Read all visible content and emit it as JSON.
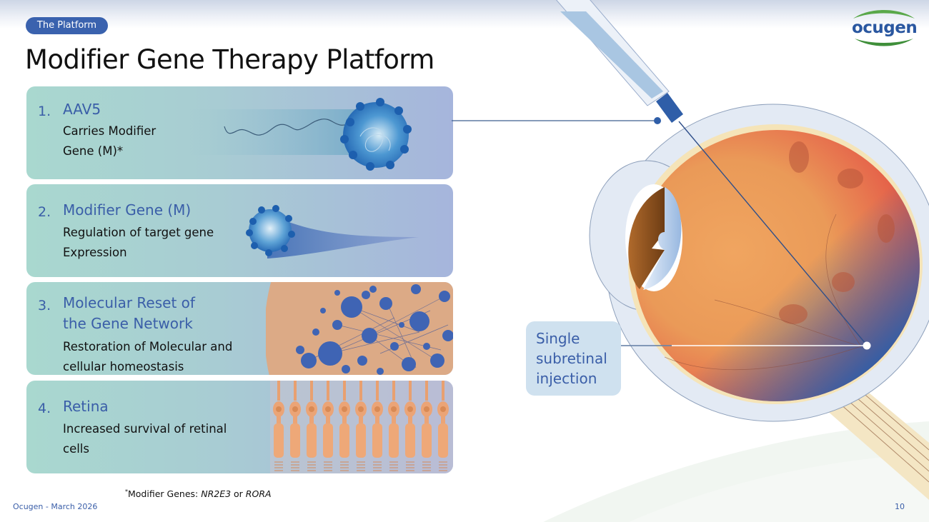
{
  "header": {
    "section_label": "The Platform",
    "title": "Modifier Gene Therapy Platform",
    "logo_text": "ocugen"
  },
  "steps": [
    {
      "number": "1.",
      "title_lines": [
        "AAV5"
      ],
      "description_lines": [
        "Carries Modifier",
        "Gene (M)*"
      ],
      "illustration": "aav5-capsid-with-gene-strand"
    },
    {
      "number": "2.",
      "title_lines": [
        "Modifier Gene (M)"
      ],
      "description_lines": [
        "Regulation of target gene",
        "Expression"
      ],
      "illustration": "capsid-with-trail"
    },
    {
      "number": "3.",
      "title_lines": [
        "Molecular Reset of",
        "the Gene Network"
      ],
      "description_lines": [
        "Restoration of Molecular and",
        "cellular homeostasis"
      ],
      "illustration": "gene-network-nodes"
    },
    {
      "number": "4.",
      "title_lines": [
        "Retina"
      ],
      "description_lines": [
        "Increased survival of retinal",
        "cells"
      ],
      "illustration": "photoreceptor-cells"
    }
  ],
  "diagram": {
    "callout_lines": [
      "Single",
      "subretinal",
      "injection"
    ],
    "illustration": "eye-cross-section-with-syringe",
    "colors": {
      "accent": "#3a5ea8",
      "pill": "#3a62ae",
      "retina_orange": "#e89a5a",
      "retina_red": "#e0443c",
      "retina_blue": "#2f5ea8"
    }
  },
  "footnote": {
    "marker": "*",
    "prefix": "Modifier Genes: ",
    "gene1": "NR2E3",
    "joiner": " or ",
    "gene2": "RORA"
  },
  "footer": {
    "left": "Ocugen - March 2026",
    "page_number": "10"
  }
}
